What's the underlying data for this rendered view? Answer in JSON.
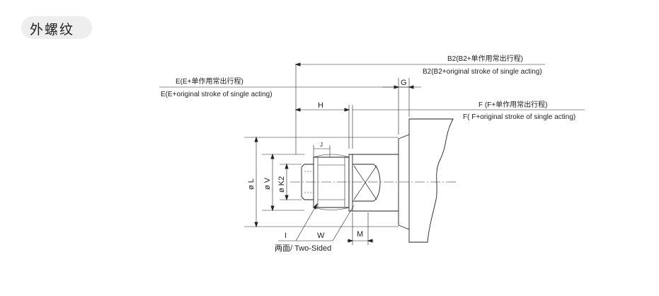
{
  "section_tag": "外螺纹",
  "labels": {
    "b2_cn": "B2(B2+单作用常出行程)",
    "b2_en": "B2(B2+original stroke of single acting)",
    "e_cn": "E(E+单作用常出行程)",
    "e_en": "E(E+original stroke of single acting)",
    "f_cn": "F (F+单作用常出行程)",
    "f_en": "F( F+original stroke of single acting)",
    "g": "G",
    "h": "H",
    "j": "J",
    "l": "ø L",
    "v": "ø V",
    "k2": "ø K2",
    "i": "I",
    "w": "W",
    "m": "M",
    "two_sided": "两面/ Two-Sided"
  }
}
